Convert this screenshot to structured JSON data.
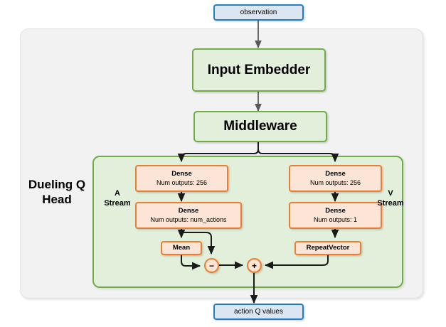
{
  "diagram": {
    "title_label": "Dueling Q Head",
    "a_stream_label": "A\nStream",
    "a_stream_line1": "A",
    "a_stream_line2": "Stream",
    "v_stream_line1": "V",
    "v_stream_line2": "Stream",
    "colors": {
      "blue_border": "#1f7fc4",
      "blue_fill": "#dce6f2",
      "green_border": "#70ad47",
      "green_fill": "#e2efda",
      "orange_border": "#ed7d31",
      "orange_fill": "#fce4d6",
      "panel_fill": "#f2f2f2",
      "arrow": "#1a1a1a"
    }
  },
  "io": {
    "input_label": "observation",
    "output_label": "action Q values"
  },
  "backbone": {
    "embedder_label": "Input Embedder",
    "middleware_label": "Middleware"
  },
  "a_stream": {
    "dense1_title": "Dense",
    "dense1_sub": "Num outputs: 256",
    "dense2_title": "Dense",
    "dense2_sub": "Num outputs: num_actions",
    "mean_label": "Mean"
  },
  "v_stream": {
    "dense1_title": "Dense",
    "dense1_sub": "Num outputs: 256",
    "dense2_title": "Dense",
    "dense2_sub": "Num outputs: 1",
    "repeat_label": "RepeatVector"
  },
  "operators": {
    "subtract_symbol": "−",
    "add_symbol": "+"
  }
}
